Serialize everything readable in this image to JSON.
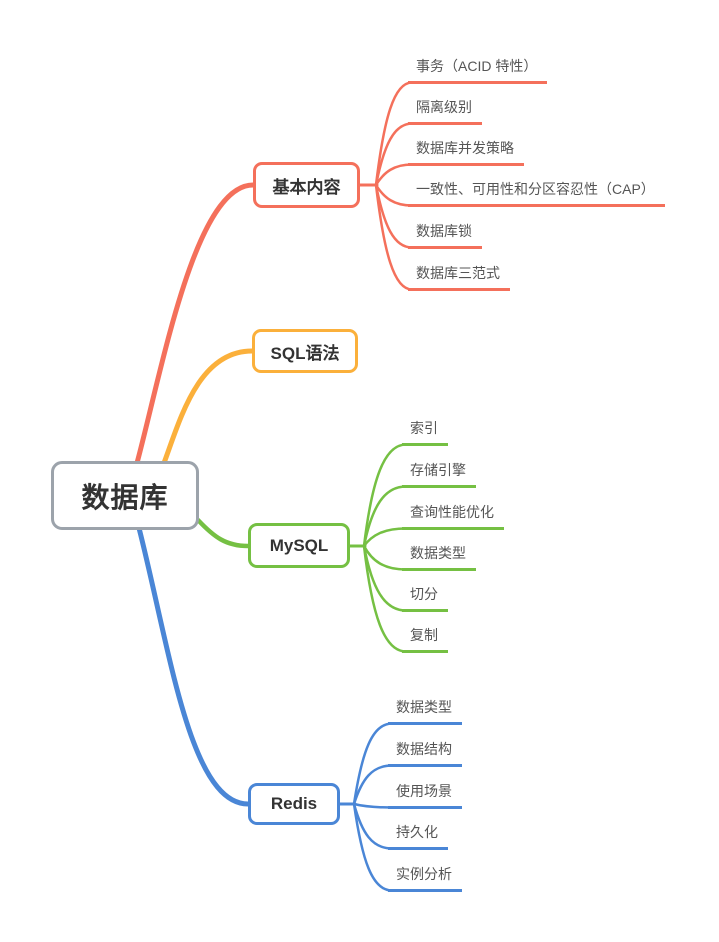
{
  "colors": {
    "c-basic": "#F4705B",
    "c-sql": "#FBB03B",
    "c-mysql": "#75C043",
    "c-redis": "#4A86D6",
    "c-root-border": "#9CA3AB",
    "c-node-text": "#333333",
    "c-leaf-text": "#555555"
  },
  "map": {
    "root": {
      "label": "数据库"
    },
    "branches": [
      {
        "label": "基本内容",
        "color": "#F4705B",
        "children": [
          "事务（ACID 特性）",
          "隔离级别",
          "数据库并发策略",
          "一致性、可用性和分区容忍性（CAP）",
          "数据库锁",
          "数据库三范式"
        ]
      },
      {
        "label": "SQL语法",
        "color": "#FBB03B",
        "children": []
      },
      {
        "label": "MySQL",
        "color": "#75C043",
        "children": [
          "索引",
          "存储引擎",
          "查询性能优化",
          "数据类型",
          "切分",
          "复制"
        ]
      },
      {
        "label": "Redis",
        "color": "#4A86D6",
        "children": [
          "数据类型",
          "数据结构",
          "使用场景",
          "持久化",
          "实例分析"
        ]
      }
    ]
  }
}
